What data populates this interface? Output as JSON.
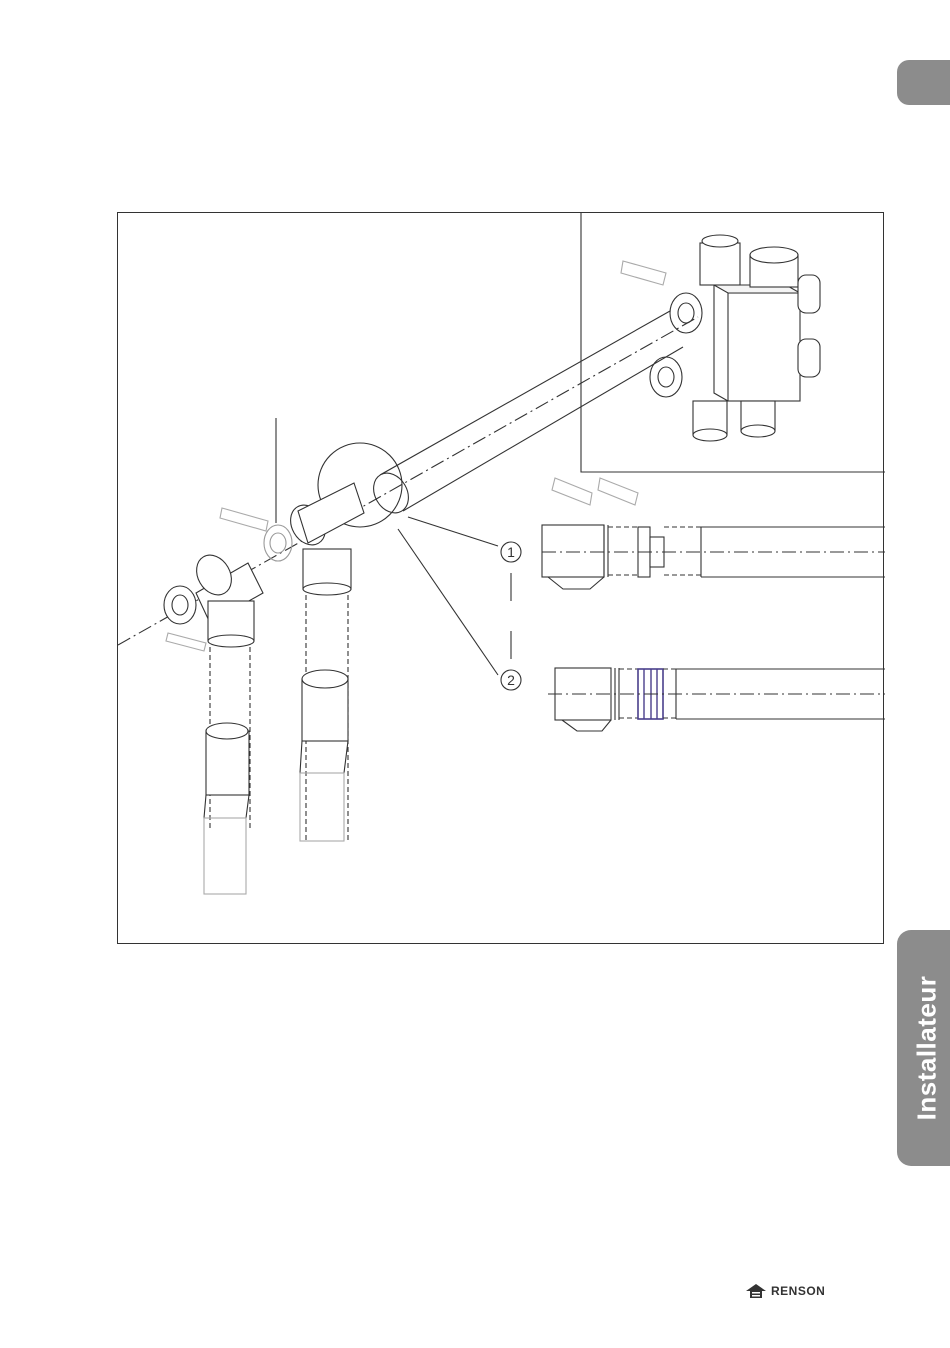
{
  "side_tab": {
    "label": "Installateur"
  },
  "callouts": {
    "one": "1",
    "two": "2"
  },
  "brand": {
    "name": "RENSON",
    "mark": "renson-house-logo"
  },
  "colors": {
    "tab": "#8c8c8c",
    "line": "#333333",
    "highlight": "#4a3f8c"
  }
}
